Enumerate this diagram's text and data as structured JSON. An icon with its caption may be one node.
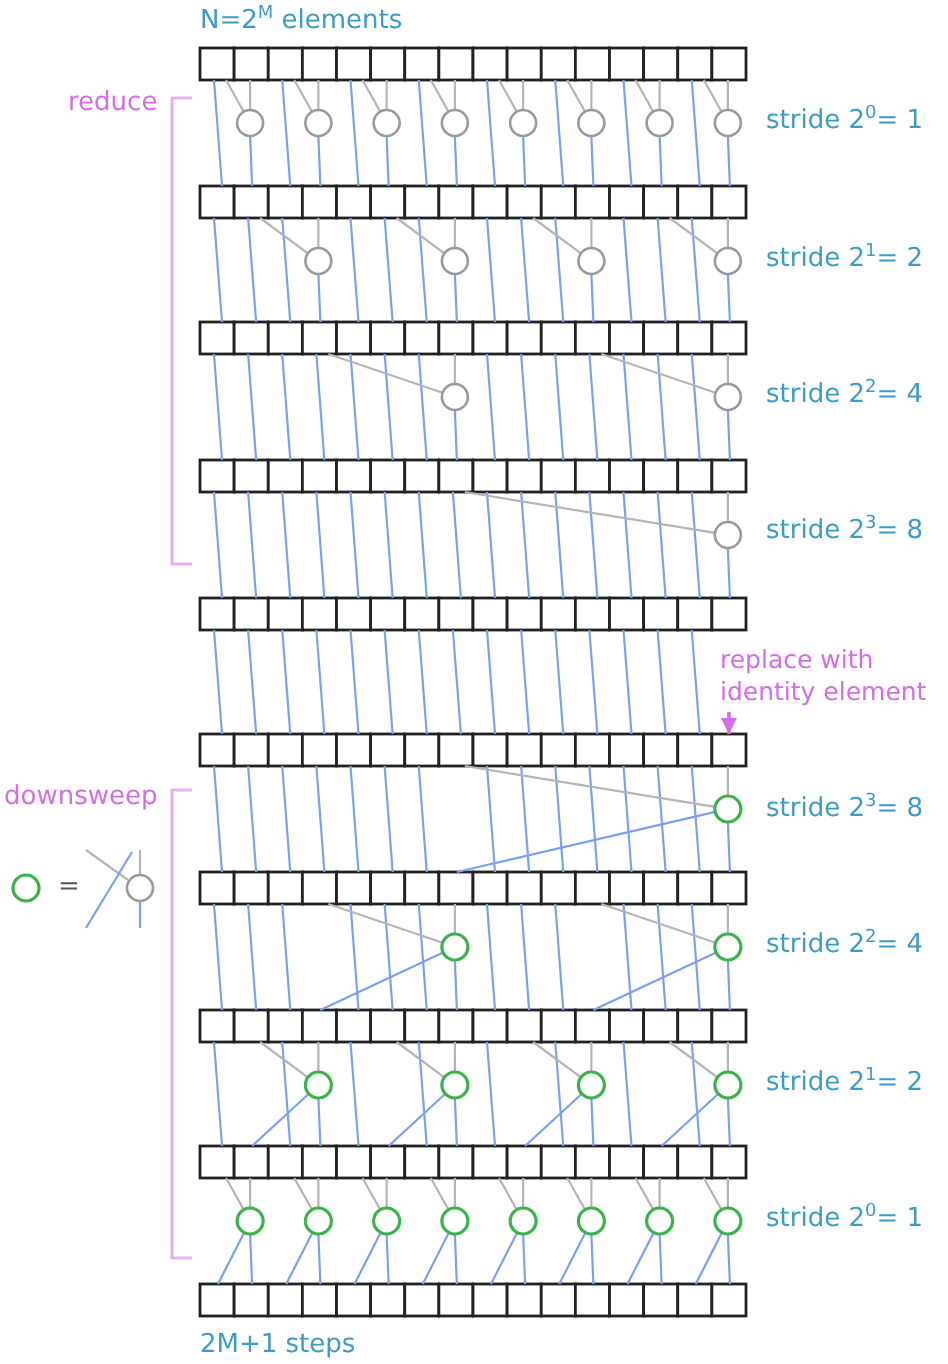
{
  "diagram": {
    "nodes": [
      {
        "text": [],
        "shape": "box"
      },
      {
        "text": [],
        "shape": "box"
      },
      {
        "text": [],
        "shape": "box"
      },
      {
        "text": [],
        "shape": "box"
      },
      {
        "text": [],
        "shape": "box"
      },
      {
        "text": [],
        "shape": "box"
      },
      {
        "text": [],
        "shape": "box"
      },
      {
        "text": [],
        "shape": "box"
      },
      {
        "text": [],
        "shape": "box"
      },
      {
        "text": [],
        "shape": "box"
      },
      {
        "text": [],
        "shape": "box"
      },
      {
        "text": [],
        "shape": "box"
      },
      {
        "text": [],
        "shape": "box"
      },
      {
        "text": [],
        "shape": "box"
      },
      {
        "text": [],
        "shape": "box"
      },
      {
        "text": [],
        "shape": "box"
      },
      {
        "text": [],
        "shape": "circle"
      },
      {
        "text": [],
        "shape": "circle"
      },
      {
        "text": [],
        "shape": "circle"
      },
      {
        "text": [],
        "shape": "circle"
      },
      {
        "text": [],
        "shape": "circle"
      },
      {
        "text": [],
        "shape": "circle"
      },
      {
        "text": [],
        "shape": "circle"
      },
      {
        "text": [],
        "shape": "circle"
      },
      {
        "text": [],
        "shape": "box"
      },
      {
        "text": [],
        "shape": "box"
      },
      {
        "text": [],
        "shape": "box"
      },
      {
        "text": [],
        "shape": "box"
      },
      {
        "text": [],
        "shape": "box"
      },
      {
        "text": [],
        "shape": "box"
      },
      {
        "text": [],
        "shape": "box"
      },
      {
        "text": [],
        "shape": "box"
      },
      {
        "text": [],
        "shape": "box"
      },
      {
        "text": [],
        "shape": "box"
      },
      {
        "text": [],
        "shape": "box"
      },
      {
        "text": [],
        "shape": "box"
      },
      {
        "text": [],
        "shape": "box"
      },
      {
        "text": [],
        "shape": "box"
      },
      {
        "text": [],
        "shape": "box"
      },
      {
        "text": [],
        "shape": "box"
      },
      {
        "text": [],
        "shape": "circle"
      },
      {
        "text": [],
        "shape": "circle"
      },
      {
        "text": [],
        "shape": "circle"
      },
      {
        "text": [],
        "shape": "circle"
      },
      {
        "text": [],
        "shape": "box"
      },
      {
        "text": [],
        "shape": "box"
      },
      {
        "text": [],
        "shape": "box"
      },
      {
        "text": [],
        "shape": "box"
      },
      {
        "text": [],
        "shape": "box"
      },
      {
        "text": [],
        "shape": "box"
      },
      {
        "text": [],
        "shape": "box"
      },
      {
        "text": [],
        "shape": "box"
      },
      {
        "text": [],
        "shape": "box"
      },
      {
        "text": [],
        "shape": "box"
      },
      {
        "text": [],
        "shape": "box"
      },
      {
        "text": [],
        "shape": "box"
      },
      {
        "text": [],
        "shape": "box"
      },
      {
        "text": [],
        "shape": "box"
      },
      {
        "text": [],
        "shape": "box"
      },
      {
        "text": [],
        "shape": "box"
      },
      {
        "text": [],
        "shape": "circle"
      },
      {
        "text": [],
        "shape": "circle"
      },
      {
        "text": [],
        "shape": "box"
      },
      {
        "text": [],
        "shape": "box"
      },
      {
        "text": [],
        "shape": "box"
      },
      {
        "text": [],
        "shape": "box"
      },
      {
        "text": [],
        "shape": "box"
      },
      {
        "text": [],
        "shape": "box"
      },
      {
        "text": [],
        "shape": "box"
      },
      {
        "text": [],
        "shape": "box"
      },
      {
        "text": [],
        "shape": "box"
      },
      {
        "text": [],
        "shape": "box"
      },
      {
        "text": [],
        "shape": "box"
      },
      {
        "text": [],
        "shape": "box"
      },
      {
        "text": [],
        "shape": "box"
      },
      {
        "text": [],
        "shape": "box"
      },
      {
        "text": [],
        "shape": "box"
      },
      {
        "text": [],
        "shape": "box"
      },
      {
        "text": [],
        "shape": "circle"
      },
      {
        "text": [],
        "shape": "box"
      },
      {
        "text": [],
        "shape": "box"
      },
      {
        "text": [],
        "shape": "box"
      },
      {
        "text": [],
        "shape": "box"
      },
      {
        "text": [],
        "shape": "box"
      },
      {
        "text": [],
        "shape": "box"
      },
      {
        "text": [],
        "shape": "box"
      },
      {
        "text": [],
        "shape": "box"
      },
      {
        "text": [],
        "shape": "box"
      },
      {
        "text": [],
        "shape": "box"
      },
      {
        "text": [],
        "shape": "box"
      },
      {
        "text": [],
        "shape": "box"
      },
      {
        "text": [],
        "shape": "box"
      },
      {
        "text": [],
        "shape": "box"
      },
      {
        "text": [],
        "shape": "box"
      },
      {
        "text": [],
        "shape": "box"
      },
      {
        "text": [
          "replace with identity element"
        ]
      },
      {
        "text": [],
        "shape": "box"
      },
      {
        "text": [],
        "shape": "box"
      },
      {
        "text": [],
        "shape": "box"
      },
      {
        "text": [],
        "shape": "box"
      },
      {
        "text": [],
        "shape": "box"
      },
      {
        "text": [],
        "shape": "box"
      },
      {
        "text": [],
        "shape": "box"
      },
      {
        "text": [],
        "shape": "box"
      },
      {
        "text": [],
        "shape": "box"
      },
      {
        "text": [],
        "shape": "box"
      },
      {
        "text": [],
        "shape": "box"
      },
      {
        "text": [],
        "shape": "box"
      },
      {
        "text": [],
        "shape": "box"
      },
      {
        "text": [],
        "shape": "box"
      },
      {
        "text": [],
        "shape": "box"
      },
      {
        "text": [],
        "shape": "box"
      },
      {
        "text": [],
        "shape": "circle"
      },
      {
        "text": [],
        "shape": "box"
      },
      {
        "text": [],
        "shape": "box"
      },
      {
        "text": [],
        "shape": "box"
      },
      {
        "text": [],
        "shape": "box"
      },
      {
        "text": [],
        "shape": "box"
      },
      {
        "text": [],
        "shape": "box"
      },
      {
        "text": [],
        "shape": "box"
      },
      {
        "text": [],
        "shape": "box"
      },
      {
        "text": [],
        "shape": "box"
      },
      {
        "text": [],
        "shape": "box"
      },
      {
        "text": [],
        "shape": "box"
      },
      {
        "text": [],
        "shape": "box"
      },
      {
        "text": [],
        "shape": "box"
      },
      {
        "text": [],
        "shape": "box"
      },
      {
        "text": [],
        "shape": "box"
      },
      {
        "text": [],
        "shape": "box"
      },
      {
        "text": [],
        "shape": "circle"
      },
      {
        "text": [],
        "shape": "circle"
      },
      {
        "text": [],
        "shape": "box"
      },
      {
        "text": [],
        "shape": "box"
      },
      {
        "text": [],
        "shape": "box"
      },
      {
        "text": [],
        "shape": "box"
      },
      {
        "text": [],
        "shape": "box"
      },
      {
        "text": [],
        "shape": "box"
      },
      {
        "text": [],
        "shape": "box"
      },
      {
        "text": [],
        "shape": "box"
      },
      {
        "text": [],
        "shape": "box"
      },
      {
        "text": [],
        "shape": "box"
      },
      {
        "text": [],
        "shape": "box"
      },
      {
        "text": [],
        "shape": "box"
      },
      {
        "text": [],
        "shape": "box"
      },
      {
        "text": [],
        "shape": "box"
      },
      {
        "text": [],
        "shape": "box"
      },
      {
        "text": [],
        "shape": "box"
      },
      {
        "text": [],
        "shape": "circle"
      },
      {
        "text": [],
        "shape": "circle"
      },
      {
        "text": [],
        "shape": "circle"
      },
      {
        "text": [],
        "shape": "circle"
      },
      {
        "text": [],
        "shape": "box"
      },
      {
        "text": [],
        "shape": "box"
      },
      {
        "text": [],
        "shape": "box"
      },
      {
        "text": [],
        "shape": "box"
      },
      {
        "text": [],
        "shape": "box"
      },
      {
        "text": [],
        "shape": "box"
      },
      {
        "text": [],
        "shape": "box"
      },
      {
        "text": [],
        "shape": "box"
      },
      {
        "text": [],
        "shape": "box"
      },
      {
        "text": [],
        "shape": "box"
      },
      {
        "text": [],
        "shape": "box"
      },
      {
        "text": [],
        "shape": "box"
      },
      {
        "text": [],
        "shape": "box"
      },
      {
        "text": [],
        "shape": "box"
      },
      {
        "text": [],
        "shape": "box"
      },
      {
        "text": [],
        "shape": "box"
      },
      {
        "text": [],
        "shape": "circle"
      },
      {
        "text": [],
        "shape": "circle"
      },
      {
        "text": [],
        "shape": "circle"
      },
      {
        "text": [],
        "shape": "circle"
      },
      {
        "text": [],
        "shape": "circle"
      },
      {
        "text": [],
        "shape": "circle"
      },
      {
        "text": [],
        "shape": "circle"
      },
      {
        "text": [],
        "shape": "circle"
      },
      {
        "text": [],
        "shape": "box"
      },
      {
        "text": [],
        "shape": "box"
      },
      {
        "text": [],
        "shape": "box"
      },
      {
        "text": [],
        "shape": "box"
      },
      {
        "text": [],
        "shape": "box"
      },
      {
        "text": [],
        "shape": "box"
      },
      {
        "text": [],
        "shape": "box"
      },
      {
        "text": [],
        "shape": "box"
      },
      {
        "text": [],
        "shape": "box"
      },
      {
        "text": [],
        "shape": "box"
      },
      {
        "text": [],
        "shape": "box"
      },
      {
        "text": [],
        "shape": "box"
      },
      {
        "text": [],
        "shape": "box"
      },
      {
        "text": [],
        "shape": "box"
      },
      {
        "text": [],
        "shape": "box"
      },
      {
        "text": [],
        "shape": "box"
      }
    ],
    "edges": [
      {
        "from": 0,
        "to": 24,
        "arrow": "none"
      },
      {
        "from": 0,
        "to": 16,
        "arrow": "none",
        "color": "#b5b5b5"
      },
      {
        "from": 1,
        "to": 16,
        "arrow": "none",
        "color": "#b5b5b5"
      },
      {
        "from": 16,
        "to": 25,
        "arrow": "none"
      },
      {
        "from": 2,
        "to": 26,
        "arrow": "none"
      },
      {
        "from": 2,
        "to": 17,
        "arrow": "none",
        "color": "#b5b5b5"
      },
      {
        "from": 3,
        "to": 17,
        "arrow": "none",
        "color": "#b5b5b5"
      },
      {
        "from": 17,
        "to": 27,
        "arrow": "none"
      },
      {
        "from": 4,
        "to": 28,
        "arrow": "none"
      },
      {
        "from": 4,
        "to": 18,
        "arrow": "none",
        "color": "#b5b5b5"
      },
      {
        "from": 5,
        "to": 18,
        "arrow": "none",
        "color": "#b5b5b5"
      },
      {
        "from": 18,
        "to": 29,
        "arrow": "none"
      },
      {
        "from": 6,
        "to": 30,
        "arrow": "none"
      },
      {
        "from": 6,
        "to": 19,
        "arrow": "none",
        "color": "#b5b5b5"
      },
      {
        "from": 7,
        "to": 19,
        "arrow": "none",
        "color": "#b5b5b5"
      },
      {
        "from": 19,
        "to": 31,
        "arrow": "none"
      },
      {
        "from": 8,
        "to": 32,
        "arrow": "none"
      },
      {
        "from": 8,
        "to": 20,
        "arrow": "none",
        "color": "#b5b5b5"
      },
      {
        "from": 9,
        "to": 20,
        "arrow": "none",
        "color": "#b5b5b5"
      },
      {
        "from": 20,
        "to": 33,
        "arrow": "none"
      },
      {
        "from": 10,
        "to": 34,
        "arrow": "none"
      },
      {
        "from": 10,
        "to": 21,
        "arrow": "none",
        "color": "#b5b5b5"
      },
      {
        "from": 11,
        "to": 21,
        "arrow": "none",
        "color": "#b5b5b5"
      },
      {
        "from": 21,
        "to": 35,
        "arrow": "none"
      },
      {
        "from": 12,
        "to": 36,
        "arrow": "none"
      },
      {
        "from": 12,
        "to": 22,
        "arrow": "none",
        "color": "#b5b5b5"
      },
      {
        "from": 13,
        "to": 22,
        "arrow": "none",
        "color": "#b5b5b5"
      },
      {
        "from": 22,
        "to": 37,
        "arrow": "none"
      },
      {
        "from": 14,
        "to": 38,
        "arrow": "none"
      },
      {
        "from": 14,
        "to": 23,
        "arrow": "none",
        "color": "#b5b5b5"
      },
      {
        "from": 15,
        "to": 23,
        "arrow": "none",
        "color": "#b5b5b5"
      },
      {
        "from": 23,
        "to": 39,
        "arrow": "none"
      },
      {
        "from": 24,
        "to": 44,
        "arrow": "none"
      },
      {
        "from": 25,
        "to": 45,
        "arrow": "none"
      },
      {
        "from": 26,
        "to": 46,
        "arrow": "none"
      },
      {
        "from": 25,
        "to": 40,
        "arrow": "none",
        "color": "#b5b5b5"
      },
      {
        "from": 27,
        "to": 40,
        "arrow": "none",
        "color": "#b5b5b5"
      },
      {
        "from": 40,
        "to": 47,
        "arrow": "none"
      },
      {
        "from": 28,
        "to": 48,
        "arrow": "none"
      },
      {
        "from": 29,
        "to": 49,
        "arrow": "none"
      },
      {
        "from": 30,
        "to": 50,
        "arrow": "none"
      },
      {
        "from": 29,
        "to": 41,
        "arrow": "none",
        "color": "#b5b5b5"
      },
      {
        "from": 31,
        "to": 41,
        "arrow": "none",
        "color": "#b5b5b5"
      },
      {
        "from": 41,
        "to": 51,
        "arrow": "none"
      },
      {
        "from": 32,
        "to": 52,
        "arrow": "none"
      },
      {
        "from": 33,
        "to": 53,
        "arrow": "none"
      },
      {
        "from": 34,
        "to": 54,
        "arrow": "none"
      },
      {
        "from": 33,
        "to": 42,
        "arrow": "none",
        "color": "#b5b5b5"
      },
      {
        "from": 35,
        "to": 42,
        "arrow": "none",
        "color": "#b5b5b5"
      },
      {
        "from": 42,
        "to": 55,
        "arrow": "none"
      },
      {
        "from": 36,
        "to": 56,
        "arrow": "none"
      },
      {
        "from": 37,
        "to": 57,
        "arrow": "none"
      },
      {
        "from": 38,
        "to": 58,
        "arrow": "none"
      },
      {
        "from": 37,
        "to": 43,
        "arrow": "none",
        "color": "#b5b5b5"
      },
      {
        "from": 39,
        "to": 43,
        "arrow": "none",
        "color": "#b5b5b5"
      },
      {
        "from": 43,
        "to": 59,
        "arrow": "none"
      },
      {
        "from": 44,
        "to": 62,
        "arrow": "none"
      },
      {
        "from": 45,
        "to": 63,
        "arrow": "none"
      },
      {
        "from": 46,
        "to": 64,
        "arrow": "none"
      },
      {
        "from": 47,
        "to": 65,
        "arrow": "none"
      },
      {
        "from": 48,
        "to": 66,
        "arrow": "none"
      },
      {
        "from": 49,
        "to": 67,
        "arrow": "none"
      },
      {
        "from": 50,
        "to": 68,
        "arrow": "none"
      },
      {
        "from": 47,
        "to": 60,
        "arrow": "none",
        "color": "#b5b5b5"
      },
      {
        "from": 51,
        "to": 60,
        "arrow": "none",
        "color": "#b5b5b5"
      },
      {
        "from": 60,
        "to": 69,
        "arrow": "none"
      },
      {
        "from": 52,
        "to": 70,
        "arrow": "none"
      },
      {
        "from": 53,
        "to": 71,
        "arrow": "none"
      },
      {
        "from": 54,
        "to": 72,
        "arrow": "none"
      },
      {
        "from": 55,
        "to": 73,
        "arrow": "none"
      },
      {
        "from": 56,
        "to": 74,
        "arrow": "none"
      },
      {
        "from": 57,
        "to": 75,
        "arrow": "none"
      },
      {
        "from": 58,
        "to": 76,
        "arrow": "none"
      },
      {
        "from": 55,
        "to": 61,
        "arrow": "none",
        "color": "#b5b5b5"
      },
      {
        "from": 59,
        "to": 61,
        "arrow": "none",
        "color": "#b5b5b5"
      },
      {
        "from": 61,
        "to": 77,
        "arrow": "none"
      },
      {
        "from": 62,
        "to": 79,
        "arrow": "none"
      },
      {
        "from": 63,
        "to": 80,
        "arrow": "none"
      },
      {
        "from": 64,
        "to": 81,
        "arrow": "none"
      },
      {
        "from": 65,
        "to": 82,
        "arrow": "none"
      },
      {
        "from": 66,
        "to": 83,
        "arrow": "none"
      },
      {
        "from": 67,
        "to": 84,
        "arrow": "none"
      },
      {
        "from": 68,
        "to": 85,
        "arrow": "none"
      },
      {
        "from": 69,
        "to": 86,
        "arrow": "none"
      },
      {
        "from": 70,
        "to": 87,
        "arrow": "none"
      },
      {
        "from": 71,
        "to": 88,
        "arrow": "none"
      },
      {
        "from": 72,
        "to": 89,
        "arrow": "none"
      },
      {
        "from": 73,
        "to": 90,
        "arrow": "none"
      },
      {
        "from": 74,
        "to": 91,
        "arrow": "none"
      },
      {
        "from": 75,
        "to": 92,
        "arrow": "none"
      },
      {
        "from": 76,
        "to": 93,
        "arrow": "none"
      },
      {
        "from": 69,
        "to": 78,
        "arrow": "none",
        "color": "#b5b5b5"
      },
      {
        "from": 77,
        "to": 78,
        "arrow": "none",
        "color": "#b5b5b5"
      },
      {
        "from": 78,
        "to": 94,
        "arrow": "none"
      },
      {
        "from": 79,
        "to": 96,
        "arrow": "none"
      },
      {
        "from": 80,
        "to": 97,
        "arrow": "none"
      },
      {
        "from": 81,
        "to": 98,
        "arrow": "none"
      },
      {
        "from": 82,
        "to": 99,
        "arrow": "none"
      },
      {
        "from": 83,
        "to": 100,
        "arrow": "none"
      },
      {
        "from": 84,
        "to": 101,
        "arrow": "none"
      },
      {
        "from": 85,
        "to": 102,
        "arrow": "none"
      },
      {
        "from": 86,
        "to": 103,
        "arrow": "none"
      },
      {
        "from": 87,
        "to": 104,
        "arrow": "none"
      },
      {
        "from": 88,
        "to": 105,
        "arrow": "none"
      },
      {
        "from": 89,
        "to": 106,
        "arrow": "none"
      },
      {
        "from": 90,
        "to": 107,
        "arrow": "none"
      },
      {
        "from": 91,
        "to": 108,
        "arrow": "none"
      },
      {
        "from": 92,
        "to": 109,
        "arrow": "none"
      },
      {
        "from": 93,
        "to": 110,
        "arrow": "none"
      },
      {
        "from": 95,
        "to": 111,
        "arrow": "to",
        "color": "#d36de8"
      },
      {
        "from": 96,
        "to": 113,
        "arrow": "none"
      },
      {
        "from": 97,
        "to": 114,
        "arrow": "none"
      },
      {
        "from": 98,
        "to": 115,
        "arrow": "none"
      },
      {
        "from": 99,
        "to": 116,
        "arrow": "none"
      },
      {
        "from": 100,
        "to": 117,
        "arrow": "none"
      },
      {
        "from": 101,
        "to": 118,
        "arrow": "none"
      },
      {
        "from": 102,
        "to": 119,
        "arrow": "none"
      },
      {
        "from": 104,
        "to": 121,
        "arrow": "none"
      },
      {
        "from": 105,
        "to": 122,
        "arrow": "none"
      },
      {
        "from": 106,
        "to": 123,
        "arrow": "none"
      },
      {
        "from": 107,
        "to": 124,
        "arrow": "none"
      },
      {
        "from": 108,
        "to": 125,
        "arrow": "none"
      },
      {
        "from": 109,
        "to": 126,
        "arrow": "none"
      },
      {
        "from": 110,
        "to": 127,
        "arrow": "none"
      },
      {
        "from": 103,
        "to": 112,
        "arrow": "none",
        "color": "#b5b5b5"
      },
      {
        "from": 111,
        "to": 112,
        "arrow": "none",
        "color": "#b5b5b5"
      },
      {
        "from": 112,
        "to": 128,
        "arrow": "none"
      },
      {
        "from": 112,
        "to": 120,
        "arrow": "none"
      },
      {
        "from": 113,
        "to": 131,
        "arrow": "none"
      },
      {
        "from": 114,
        "to": 132,
        "arrow": "none"
      },
      {
        "from": 115,
        "to": 133,
        "arrow": "none"
      },
      {
        "from": 117,
        "to": 135,
        "arrow": "none"
      },
      {
        "from": 118,
        "to": 136,
        "arrow": "none"
      },
      {
        "from": 119,
        "to": 137,
        "arrow": "none"
      },
      {
        "from": 116,
        "to": 129,
        "arrow": "none",
        "color": "#b5b5b5"
      },
      {
        "from": 120,
        "to": 129,
        "arrow": "none",
        "color": "#b5b5b5"
      },
      {
        "from": 129,
        "to": 138,
        "arrow": "none"
      },
      {
        "from": 129,
        "to": 134,
        "arrow": "none"
      },
      {
        "from": 121,
        "to": 139,
        "arrow": "none"
      },
      {
        "from": 122,
        "to": 140,
        "arrow": "none"
      },
      {
        "from": 123,
        "to": 141,
        "arrow": "none"
      },
      {
        "from": 125,
        "to": 143,
        "arrow": "none"
      },
      {
        "from": 126,
        "to": 144,
        "arrow": "none"
      },
      {
        "from": 127,
        "to": 145,
        "arrow": "none"
      },
      {
        "from": 124,
        "to": 130,
        "arrow": "none",
        "color": "#b5b5b5"
      },
      {
        "from": 128,
        "to": 130,
        "arrow": "none",
        "color": "#b5b5b5"
      },
      {
        "from": 130,
        "to": 146,
        "arrow": "none"
      },
      {
        "from": 130,
        "to": 142,
        "arrow": "none"
      },
      {
        "from": 131,
        "to": 151,
        "arrow": "none"
      },
      {
        "from": 133,
        "to": 153,
        "arrow": "none"
      },
      {
        "from": 132,
        "to": 147,
        "arrow": "none",
        "color": "#b5b5b5"
      },
      {
        "from": 134,
        "to": 147,
        "arrow": "none",
        "color": "#b5b5b5"
      },
      {
        "from": 147,
        "to": 154,
        "arrow": "none"
      },
      {
        "from": 147,
        "to": 152,
        "arrow": "none"
      },
      {
        "from": 135,
        "to": 155,
        "arrow": "none"
      },
      {
        "from": 137,
        "to": 157,
        "arrow": "none"
      },
      {
        "from": 136,
        "to": 148,
        "arrow": "none",
        "color": "#b5b5b5"
      },
      {
        "from": 138,
        "to": 148,
        "arrow": "none",
        "color": "#b5b5b5"
      },
      {
        "from": 148,
        "to": 158,
        "arrow": "none"
      },
      {
        "from": 148,
        "to": 156,
        "arrow": "none"
      },
      {
        "from": 139,
        "to": 159,
        "arrow": "none"
      },
      {
        "from": 141,
        "to": 161,
        "arrow": "none"
      },
      {
        "from": 140,
        "to": 149,
        "arrow": "none",
        "color": "#b5b5b5"
      },
      {
        "from": 142,
        "to": 149,
        "arrow": "none",
        "color": "#b5b5b5"
      },
      {
        "from": 149,
        "to": 162,
        "arrow": "none"
      },
      {
        "from": 149,
        "to": 160,
        "arrow": "none"
      },
      {
        "from": 143,
        "to": 163,
        "arrow": "none"
      },
      {
        "from": 145,
        "to": 165,
        "arrow": "none"
      },
      {
        "from": 144,
        "to": 150,
        "arrow": "none",
        "color": "#b5b5b5"
      },
      {
        "from": 146,
        "to": 150,
        "arrow": "none",
        "color": "#b5b5b5"
      },
      {
        "from": 150,
        "to": 166,
        "arrow": "none"
      },
      {
        "from": 150,
        "to": 164,
        "arrow": "none"
      },
      {
        "from": 151,
        "to": 167,
        "arrow": "none",
        "color": "#b5b5b5"
      },
      {
        "from": 152,
        "to": 167,
        "arrow": "none",
        "color": "#b5b5b5"
      },
      {
        "from": 167,
        "to": 176,
        "arrow": "none"
      },
      {
        "from": 167,
        "to": 175,
        "arrow": "none"
      },
      {
        "from": 153,
        "to": 168,
        "arrow": "none",
        "color": "#b5b5b5"
      },
      {
        "from": 154,
        "to": 168,
        "arrow": "none",
        "color": "#b5b5b5"
      },
      {
        "from": 168,
        "to": 178,
        "arrow": "none"
      },
      {
        "from": 168,
        "to": 177,
        "arrow": "none"
      },
      {
        "from": 155,
        "to": 169,
        "arrow": "none",
        "color": "#b5b5b5"
      },
      {
        "from": 156,
        "to": 169,
        "arrow": "none",
        "color": "#b5b5b5"
      },
      {
        "from": 169,
        "to": 180,
        "arrow": "none"
      },
      {
        "from": 169,
        "to": 179,
        "arrow": "none"
      },
      {
        "from": 157,
        "to": 170,
        "arrow": "none",
        "color": "#b5b5b5"
      },
      {
        "from": 158,
        "to": 170,
        "arrow": "none",
        "color": "#b5b5b5"
      },
      {
        "from": 170,
        "to": 182,
        "arrow": "none"
      },
      {
        "from": 170,
        "to": 181,
        "arrow": "none"
      },
      {
        "from": 159,
        "to": 171,
        "arrow": "none",
        "color": "#b5b5b5"
      },
      {
        "from": 160,
        "to": 171,
        "arrow": "none",
        "color": "#b5b5b5"
      },
      {
        "from": 171,
        "to": 184,
        "arrow": "none"
      },
      {
        "from": 171,
        "to": 183,
        "arrow": "none"
      },
      {
        "from": 161,
        "to": 172,
        "arrow": "none",
        "color": "#b5b5b5"
      },
      {
        "from": 162,
        "to": 172,
        "arrow": "none",
        "color": "#b5b5b5"
      },
      {
        "from": 172,
        "to": 186,
        "arrow": "none"
      },
      {
        "from": 172,
        "to": 185,
        "arrow": "none"
      },
      {
        "from": 163,
        "to": 173,
        "arrow": "none",
        "color": "#b5b5b5"
      },
      {
        "from": 164,
        "to": 173,
        "arrow": "none",
        "color": "#b5b5b5"
      },
      {
        "from": 173,
        "to": 188,
        "arrow": "none"
      },
      {
        "from": 173,
        "to": 187,
        "arrow": "none"
      },
      {
        "from": 165,
        "to": 174,
        "arrow": "none",
        "color": "#b5b5b5"
      },
      {
        "from": 166,
        "to": 174,
        "arrow": "none",
        "color": "#b5b5b5"
      },
      {
        "from": 174,
        "to": 190,
        "arrow": "none"
      },
      {
        "from": 174,
        "to": 189,
        "arrow": "none"
      }
    ],
    "labels": [
      "N=2$^{M}$ elements",
      "reduce",
      "stride 2$^{0}$= 1",
      "stride 2$^{1}$= 2",
      "stride 2$^{2}$= 4",
      "stride 2$^{3}$= 8",
      "downsweep",
      "stride 2$^{3}$= 8",
      "=",
      "stride 2$^{2}$= 4",
      "stride 2$^{1}$= 2",
      "stride 2$^{0}$= 1",
      "2M+1 steps"
    ]
  }
}
